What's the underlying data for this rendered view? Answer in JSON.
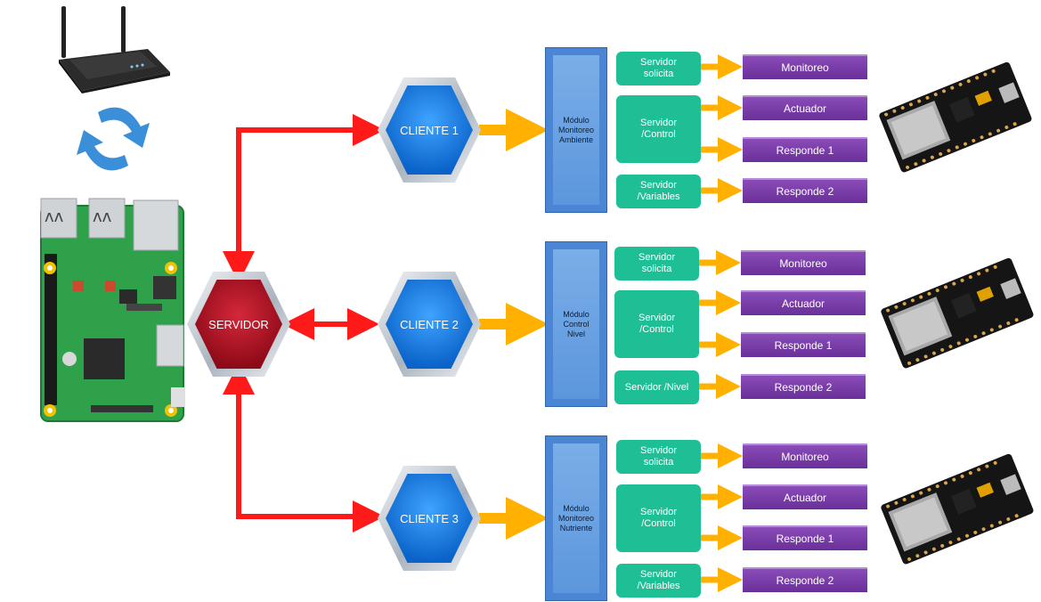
{
  "server": {
    "label": "SERVIDOR"
  },
  "clients": [
    {
      "label": "CLIENTE 1"
    },
    {
      "label": "CLIENTE 2"
    },
    {
      "label": "CLIENTE 3"
    }
  ],
  "modules": [
    {
      "lines": [
        "Módulo",
        "Monitoreo",
        "Ambiente"
      ]
    },
    {
      "lines": [
        "Módulo",
        "Control",
        "Nivel"
      ]
    },
    {
      "lines": [
        "Módulo",
        "Monitoreo",
        "Nutriente"
      ]
    }
  ],
  "groups": [
    {
      "requests": [
        {
          "lines": [
            "Servidor",
            "solicita"
          ]
        },
        {
          "lines": [
            "Servidor",
            "/Control"
          ]
        },
        {
          "lines": [
            "Servidor",
            "/Variables"
          ]
        }
      ],
      "responses": [
        "Monitoreo",
        "Actuador",
        "Responde 1",
        "Responde 2"
      ]
    },
    {
      "requests": [
        {
          "lines": [
            "Servidor",
            "solicita"
          ]
        },
        {
          "lines": [
            "Servidor",
            "/Control"
          ]
        },
        {
          "lines": [
            "Servidor /Nivel"
          ]
        }
      ],
      "responses": [
        "Monitoreo",
        "Actuador",
        "Responde 1",
        "Responde 2"
      ]
    },
    {
      "requests": [
        {
          "lines": [
            "Servidor",
            "solicita"
          ]
        },
        {
          "lines": [
            "Servidor",
            "/Control"
          ]
        },
        {
          "lines": [
            "Servidor",
            "/Variables"
          ]
        }
      ],
      "responses": [
        "Monitoreo",
        "Actuador",
        "Responde 1",
        "Responde 2"
      ]
    }
  ],
  "colors": {
    "server_link": "#ff1a1a",
    "client_link": "#ffb000",
    "request_box": "#1fbf95",
    "response_box": "#7a3fac",
    "client_hex": "#1577e0",
    "server_hex": "#b3172a"
  },
  "icons": {
    "router": "wifi-router-icon",
    "sync": "sync-arrows-icon",
    "raspberry": "raspberry-pi-board",
    "nodemcu": "esp8266-nodemcu-board"
  }
}
